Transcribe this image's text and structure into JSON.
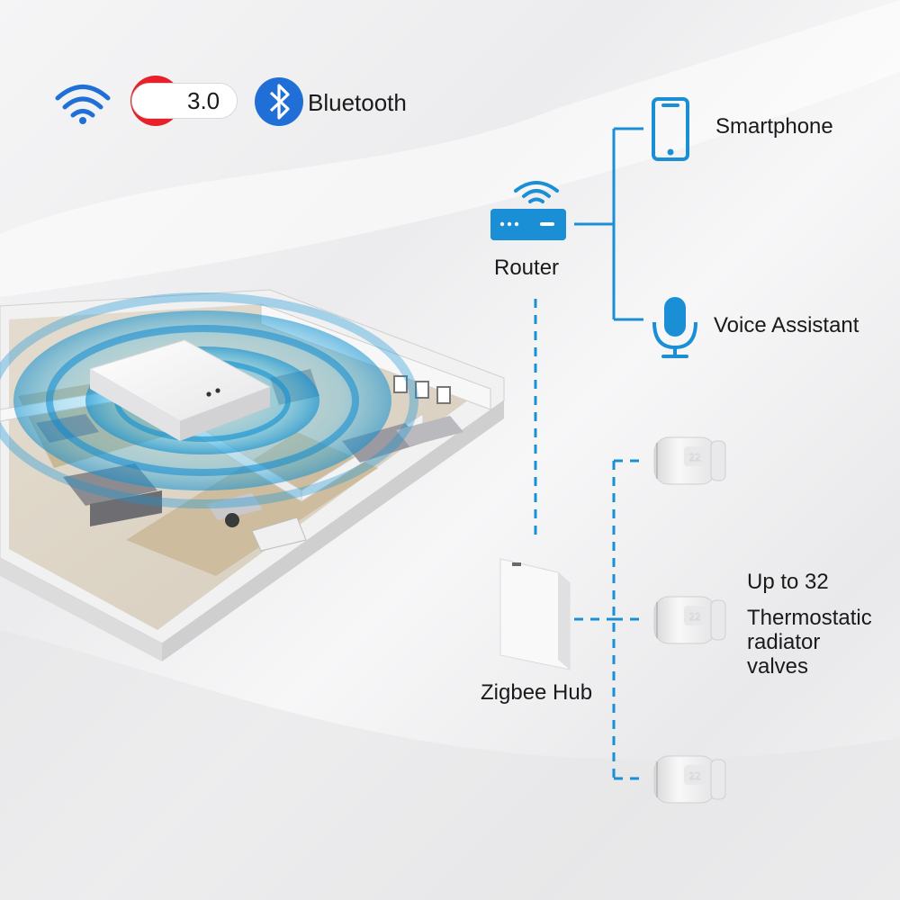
{
  "protocols": {
    "zigbee_version": "3.0",
    "bluetooth_label": "Bluetooth",
    "icons": [
      "wifi-icon",
      "zigbee-icon",
      "bluetooth-icon"
    ]
  },
  "nodes": {
    "router": "Router",
    "smartphone": "Smartphone",
    "voice_assistant": "Voice Assistant",
    "zigbee_hub": "Zigbee Hub",
    "valves_count": "Up to 32",
    "valves_desc": "Thermostatic\nradiator\nvalves"
  },
  "colors": {
    "accent": "#1a8fd6",
    "zigbee_red": "#e8202a",
    "bluetooth_blue": "#1f6fd6",
    "text": "#1a1a1a"
  }
}
